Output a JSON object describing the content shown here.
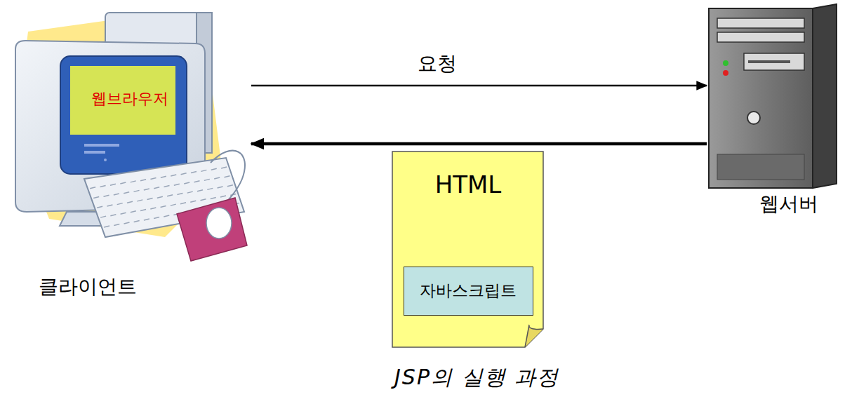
{
  "diagram": {
    "caption": "JSP의 실행 과정",
    "nodes": [
      {
        "text": [
          "웹브라우저",
          "클라이언트"
        ]
      },
      {
        "text": [
          "웹서버"
        ]
      },
      {
        "text": [
          "HTML"
        ]
      },
      {
        "text": [
          "자바스크립트"
        ],
        "in": 2
      }
    ],
    "edges": [
      {
        "from": 0,
        "to": 1,
        "label": "요청",
        "arrow": "to"
      },
      {
        "from": 1,
        "to": 0,
        "arrow": "to"
      }
    ]
  }
}
